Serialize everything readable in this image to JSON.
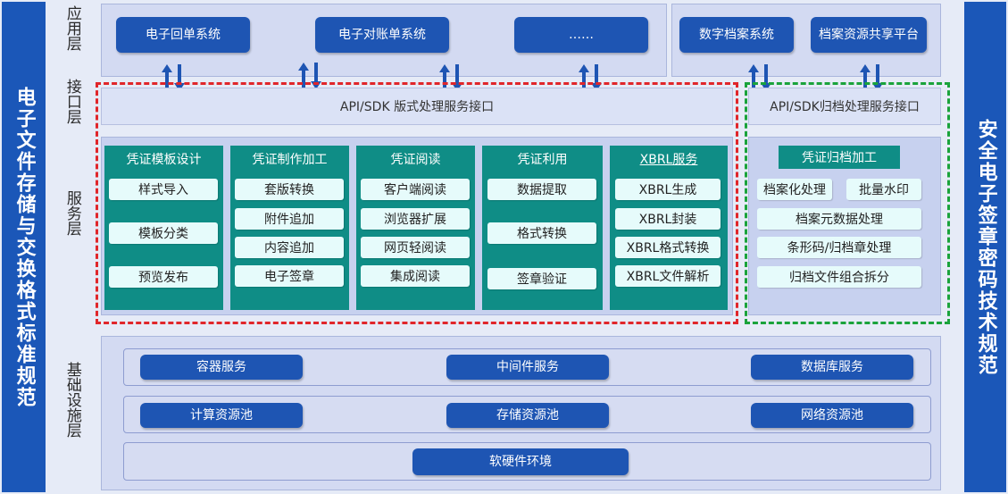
{
  "left_title": "电子文件存储与交换格式标准规范",
  "right_title": "安全电子签章密码技术规范",
  "layers": {
    "app": "应用层",
    "interface": "接口层",
    "service": "服务层",
    "infra": "基础设施层"
  },
  "app_buttons": [
    "电子回单系统",
    "电子对账单系统",
    "……",
    "数字档案系统",
    "档案资源共享平台"
  ],
  "interfaces": {
    "layout": "API/SDK 版式处理服务接口",
    "archive": "API/SDK归档处理服务接口"
  },
  "service_columns": [
    {
      "title": "凭证模板设计",
      "items": [
        "样式导入",
        "模板分类",
        "预览发布"
      ]
    },
    {
      "title": "凭证制作加工",
      "items": [
        "套版转换",
        "附件追加",
        "内容追加",
        "电子签章"
      ]
    },
    {
      "title": "凭证阅读",
      "items": [
        "客户端阅读",
        "浏览器扩展",
        "网页轻阅读",
        "集成阅读"
      ]
    },
    {
      "title": "凭证利用",
      "items": [
        "数据提取",
        "格式转换",
        "签章验证"
      ]
    },
    {
      "title": "XBRL服务",
      "items": [
        "XBRL生成",
        "XBRL封装",
        "XBRL格式转换",
        "XBRL文件解析"
      ]
    }
  ],
  "archive": {
    "title": "凭证归档加工",
    "items": [
      "档案化处理",
      "批量水印",
      "档案元数据处理",
      "条形码/归档章处理",
      "归档文件组合拆分"
    ]
  },
  "infra_rows": [
    [
      "容器服务",
      "中间件服务",
      "数据库服务"
    ],
    [
      "计算资源池",
      "存储资源池",
      "网络资源池"
    ],
    [
      "软硬件环境"
    ]
  ],
  "colors": {
    "primary": "#1e55b3",
    "teal": "#0f8d86",
    "red_dash": "#e0262a",
    "green_dash": "#1aa33b"
  }
}
